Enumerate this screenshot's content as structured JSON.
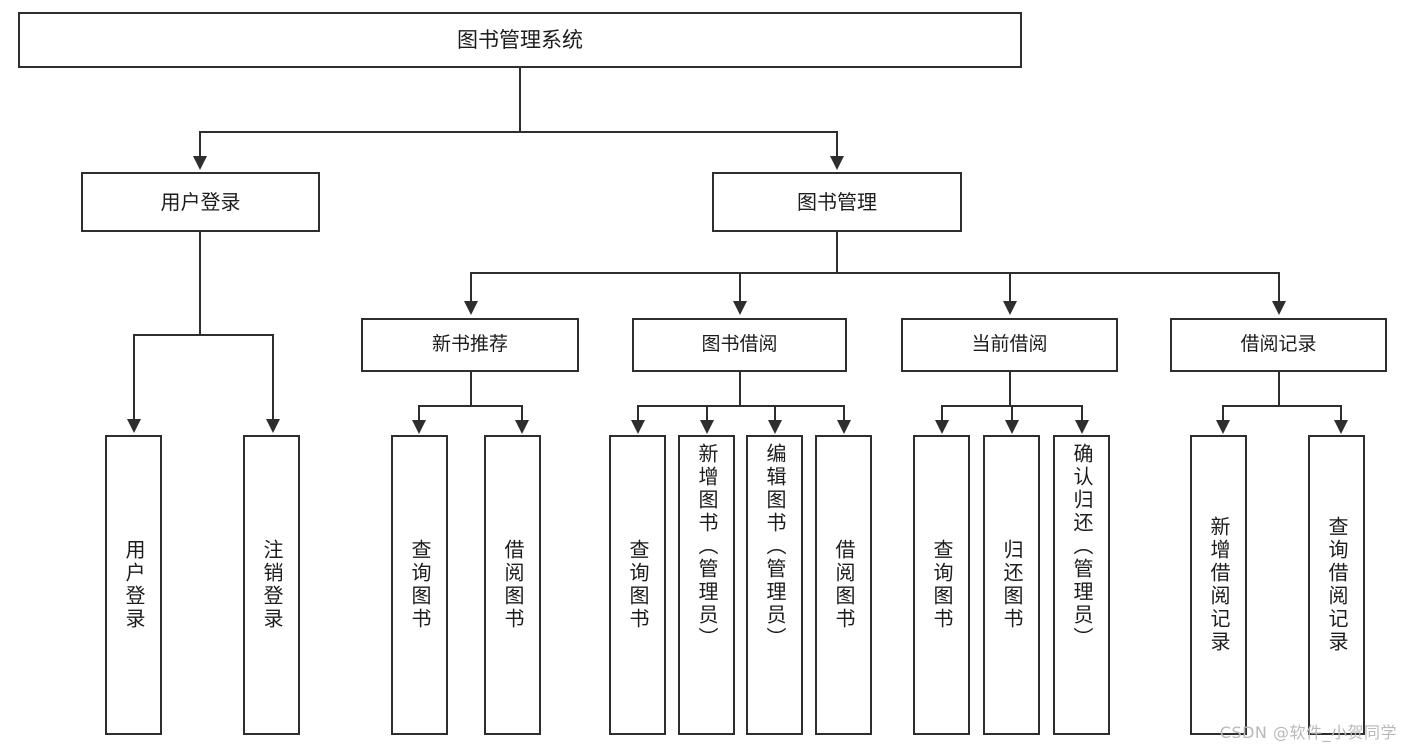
{
  "diagram": {
    "type": "tree-hierarchy-chart",
    "title": "图书管理系统",
    "watermark": "CSDN @软件_小贺同学",
    "colors": {
      "stroke": "#2e2e2e",
      "fill": "#ffffff",
      "text": "#1c1c1c",
      "watermark": "#b9b9b9"
    },
    "root": {
      "label": "图书管理系统"
    },
    "level1": [
      {
        "id": "user-login",
        "label": "用户登录"
      },
      {
        "id": "book-manage",
        "label": "图书管理"
      }
    ],
    "level2": [
      {
        "id": "new-book-rec",
        "label": "新书推荐",
        "parent": "book-manage"
      },
      {
        "id": "book-borrow",
        "label": "图书借阅",
        "parent": "book-manage"
      },
      {
        "id": "current-loans",
        "label": "当前借阅",
        "parent": "book-manage"
      },
      {
        "id": "loan-records",
        "label": "借阅记录",
        "parent": "book-manage"
      }
    ],
    "leaves": [
      {
        "id": "leaf-user-login",
        "label": "用户登录",
        "parent": "user-login"
      },
      {
        "id": "leaf-user-logout",
        "label": "注销登录",
        "parent": "user-login"
      },
      {
        "id": "leaf-rec-query",
        "label": "查询图书",
        "parent": "new-book-rec"
      },
      {
        "id": "leaf-rec-borrow",
        "label": "借阅图书",
        "parent": "new-book-rec"
      },
      {
        "id": "leaf-borrow-query",
        "label": "查询图书",
        "parent": "book-borrow"
      },
      {
        "id": "leaf-borrow-add",
        "label": "新增图书（管理员）",
        "parent": "book-borrow"
      },
      {
        "id": "leaf-borrow-edit",
        "label": "编辑图书（管理员）",
        "parent": "book-borrow"
      },
      {
        "id": "leaf-borrow-lend",
        "label": "借阅图书",
        "parent": "book-borrow"
      },
      {
        "id": "leaf-cur-query",
        "label": "查询图书",
        "parent": "current-loans"
      },
      {
        "id": "leaf-cur-return",
        "label": "归还图书",
        "parent": "current-loans"
      },
      {
        "id": "leaf-cur-confirm",
        "label": "确认归还（管理员）",
        "parent": "current-loans"
      },
      {
        "id": "leaf-rec-add",
        "label": "新增借阅记录",
        "parent": "loan-records"
      },
      {
        "id": "leaf-rec-search",
        "label": "查询借阅记录",
        "parent": "loan-records"
      }
    ]
  }
}
